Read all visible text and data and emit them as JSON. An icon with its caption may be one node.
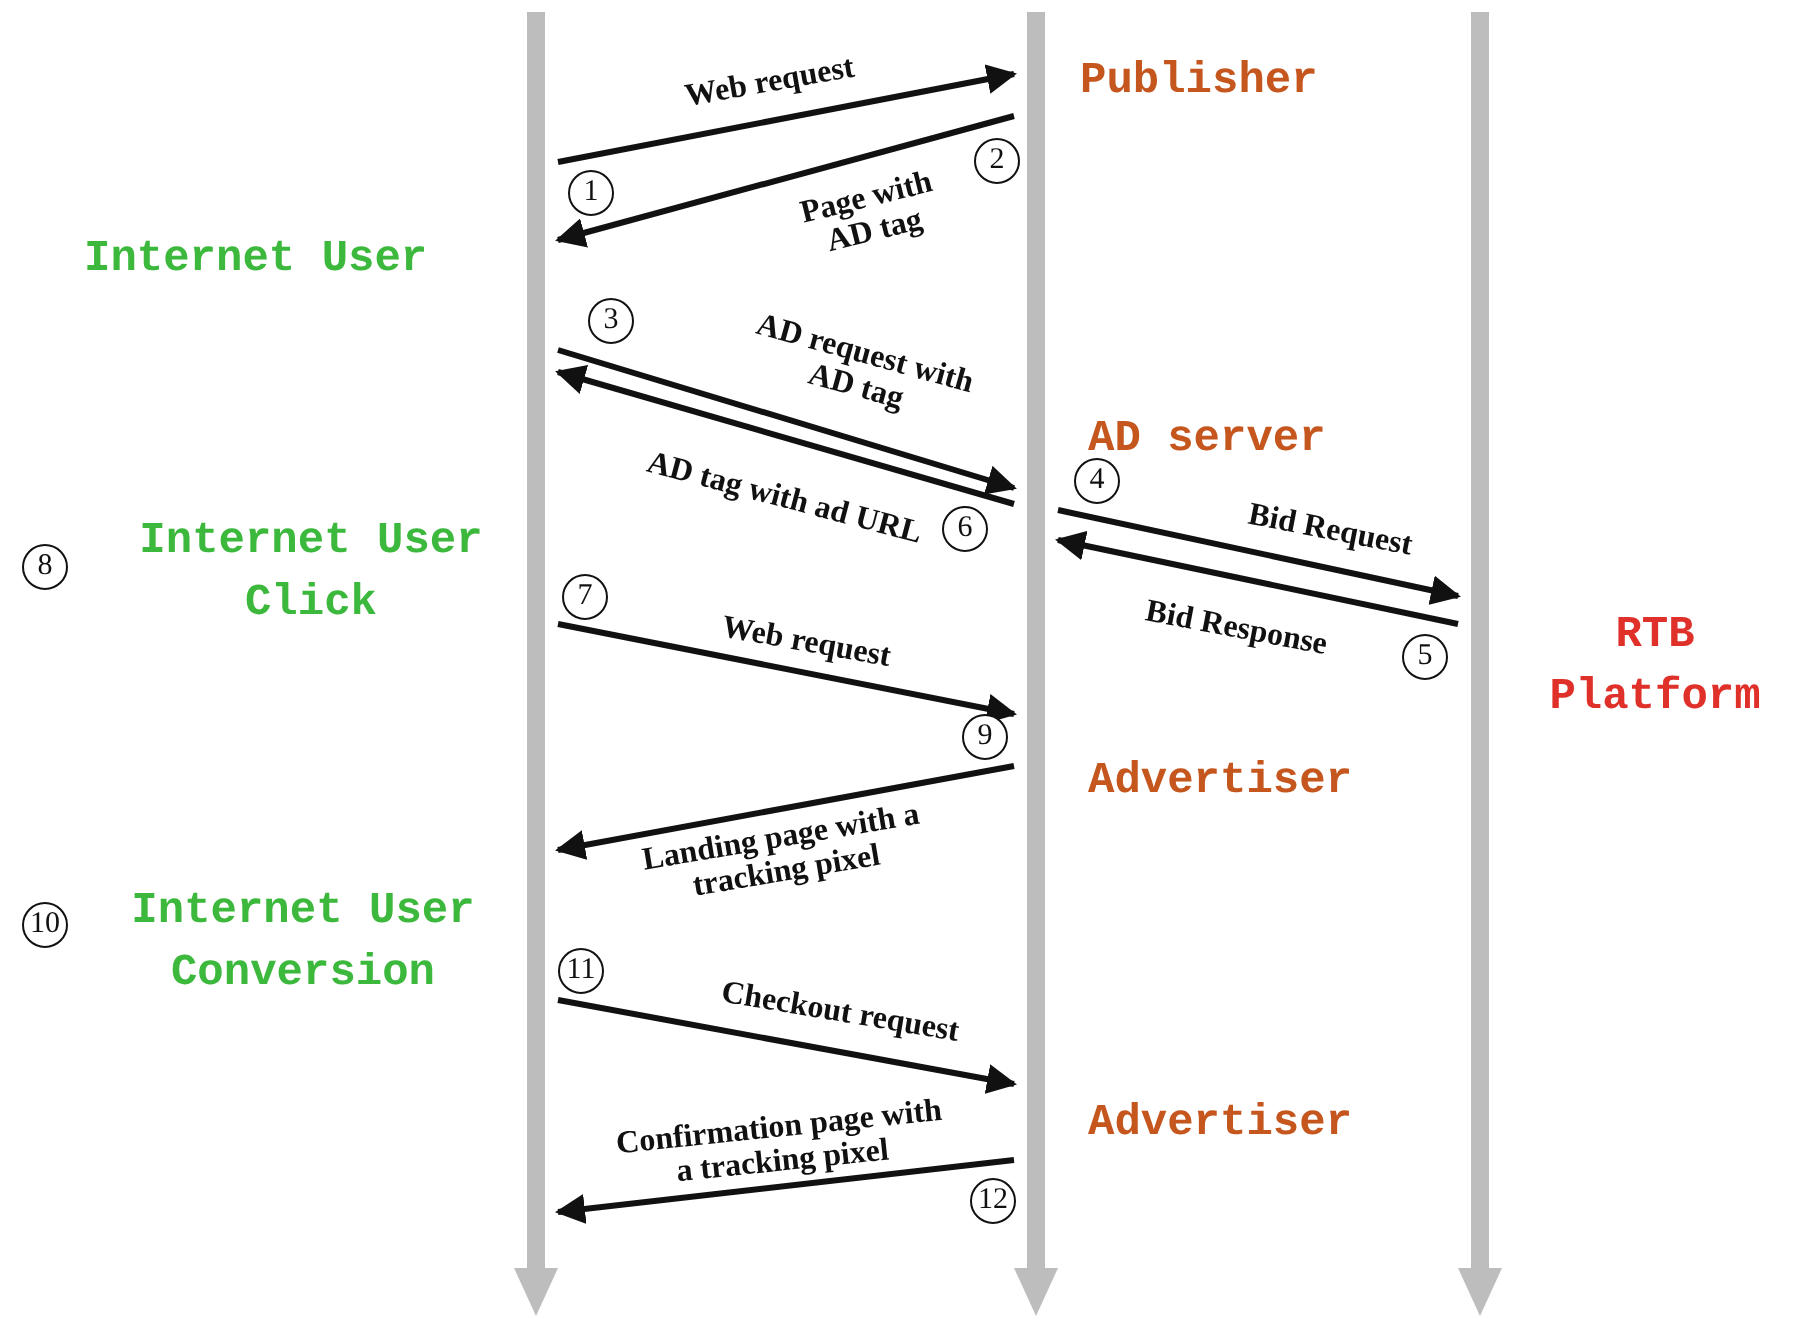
{
  "diagram": {
    "nodes": [
      {
        "text": [],
        "shape": "bar"
      },
      {
        "text": [],
        "shape": "bar"
      },
      {
        "text": [],
        "shape": "bar"
      }
    ],
    "edges": [
      {
        "from": 0,
        "to": 1,
        "arrow": "to",
        "label": "Web request"
      },
      {
        "from": 1,
        "to": 0,
        "arrow": "to",
        "label": "Page with AD tag"
      },
      {
        "from": 0,
        "to": 1,
        "arrow": "to",
        "label": "AD request with AD tag"
      },
      {
        "from": 1,
        "to": 0,
        "arrow": "to",
        "label": "AD tag with ad URL"
      },
      {
        "from": 1,
        "to": 2,
        "arrow": "to",
        "label": "Bid Request"
      },
      {
        "from": 2,
        "to": 1,
        "arrow": "to",
        "label": "Bid Response"
      },
      {
        "from": 0,
        "to": 1,
        "arrow": "to",
        "label": "Web request"
      },
      {
        "from": 1,
        "to": 0,
        "arrow": "to",
        "label": "Landing page with a tracking pixel"
      },
      {
        "from": 0,
        "to": 1,
        "arrow": "to",
        "label": "Checkout request"
      },
      {
        "from": 1,
        "to": 0,
        "arrow": "to",
        "label": "Confirmation page with a tracking pixel"
      }
    ],
    "labels": [
      "Publisher",
      "2",
      "1",
      "Internet User",
      "3",
      "AD server",
      "4",
      "6",
      "8",
      "Internet User Click",
      "7",
      "5",
      "RTB Platform",
      "9",
      "Advertiser",
      "10",
      "Internet User Conversion",
      "11",
      "Advertiser",
      "12"
    ]
  }
}
